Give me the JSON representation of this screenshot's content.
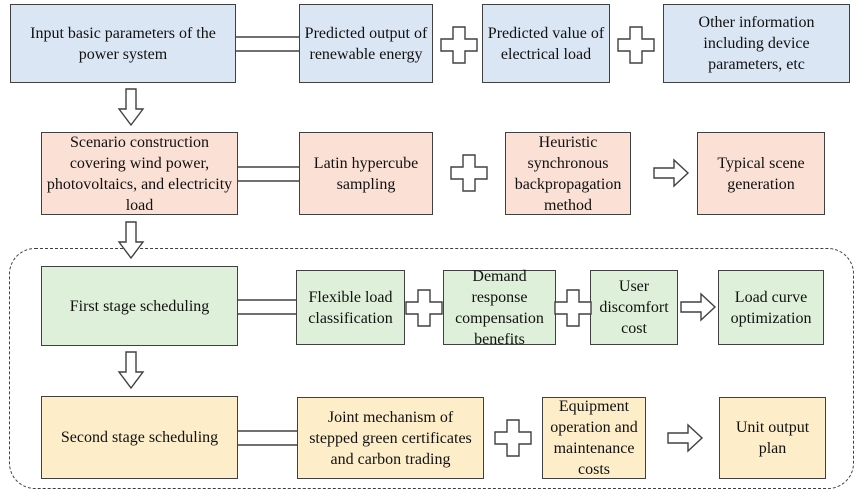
{
  "diagram": {
    "colors": {
      "blue": "#dae6f4",
      "pink": "#fbe0d5",
      "green": "#dff0da",
      "yellow": "#fdeec9",
      "stroke": "#404040"
    },
    "row1": {
      "input": "Input basic parameters of the power system",
      "renewable": "Predicted output of renewable energy",
      "load": "Predicted value of electrical load",
      "other": "Other information including device parameters, etc"
    },
    "row2": {
      "scenario": "Scenario construction covering wind power, photovoltaics, and electricity load",
      "latin": "Latin hypercube sampling",
      "heuristic": "Heuristic synchronous backpropagation method",
      "typical": "Typical scene generation"
    },
    "row3": {
      "first": "First stage scheduling",
      "flexible": "Flexible load classification",
      "demand": "Demand response compensation benefits",
      "discomfort": "User discomfort cost",
      "curve": "Load curve optimization"
    },
    "row4": {
      "second": "Second stage scheduling",
      "joint": "Joint mechanism of stepped green certificates and carbon trading",
      "equipment": "Equipment operation and maintenance costs",
      "unit": "Unit output plan"
    }
  }
}
